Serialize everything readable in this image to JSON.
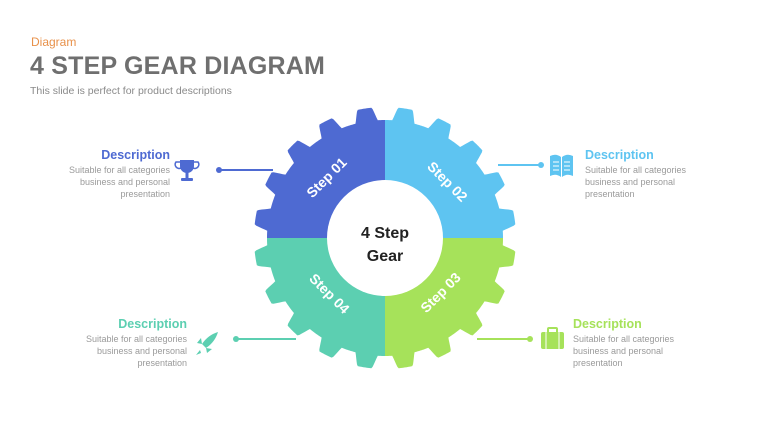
{
  "header": {
    "category": "Diagram",
    "title": "4 STEP GEAR DIAGRAM",
    "subtitle": "This slide is perfect for product descriptions"
  },
  "gear": {
    "center_line1": "4 Step",
    "center_line2": "Gear",
    "steps": [
      {
        "label": "Step 01",
        "color": "#4e6ad2"
      },
      {
        "label": "Step 02",
        "color": "#5ec4f1"
      },
      {
        "label": "Step 03",
        "color": "#a6e25a"
      },
      {
        "label": "Step 04",
        "color": "#5ccfb1"
      }
    ]
  },
  "descriptions": [
    {
      "position": "top-left",
      "title": "Description",
      "body": [
        "Suitable for all categories",
        "business and personal",
        "presentation"
      ],
      "icon": "trophy-icon",
      "color": "#4e6ad2"
    },
    {
      "position": "top-right",
      "title": "Description",
      "body": [
        "Suitable for all categories",
        "business and personal",
        "presentation"
      ],
      "icon": "book-icon",
      "color": "#5ec4f1"
    },
    {
      "position": "bottom-left",
      "title": "Description",
      "body": [
        "Suitable for all categories",
        "business and personal",
        "presentation"
      ],
      "icon": "rocket-icon",
      "color": "#5ccfb1"
    },
    {
      "position": "bottom-right",
      "title": "Description",
      "body": [
        "Suitable for all categories",
        "business and personal",
        "presentation"
      ],
      "icon": "briefcase-icon",
      "color": "#a6e25a"
    }
  ]
}
